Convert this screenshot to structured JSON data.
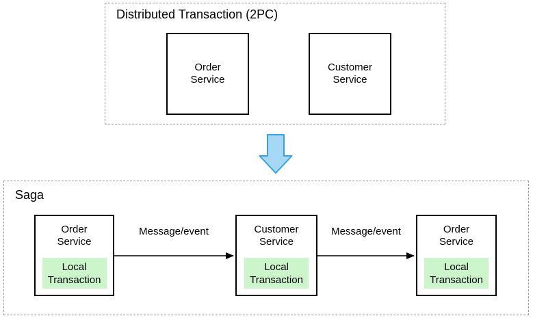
{
  "colors": {
    "dashed_border": "#999999",
    "box_border": "#000000",
    "green_fill": "#ccf5cc",
    "big_arrow_fill": "#a5d8f5",
    "big_arrow_stroke": "#3aa1dc",
    "message_arrow": "#000000"
  },
  "top_group": {
    "title": "Distributed Transaction (2PC)",
    "boxes": [
      {
        "label": "Order\nService"
      },
      {
        "label": "Customer\nService"
      }
    ]
  },
  "saga_group": {
    "title": "Saga",
    "boxes": [
      {
        "label": "Order\nService",
        "inner_label": "Local\nTransaction"
      },
      {
        "label": "Customer\nService",
        "inner_label": "Local\nTransaction"
      },
      {
        "label": "Order\nService",
        "inner_label": "Local\nTransaction"
      }
    ],
    "arrows": [
      {
        "label": "Message/event"
      },
      {
        "label": "Message/event"
      }
    ]
  }
}
